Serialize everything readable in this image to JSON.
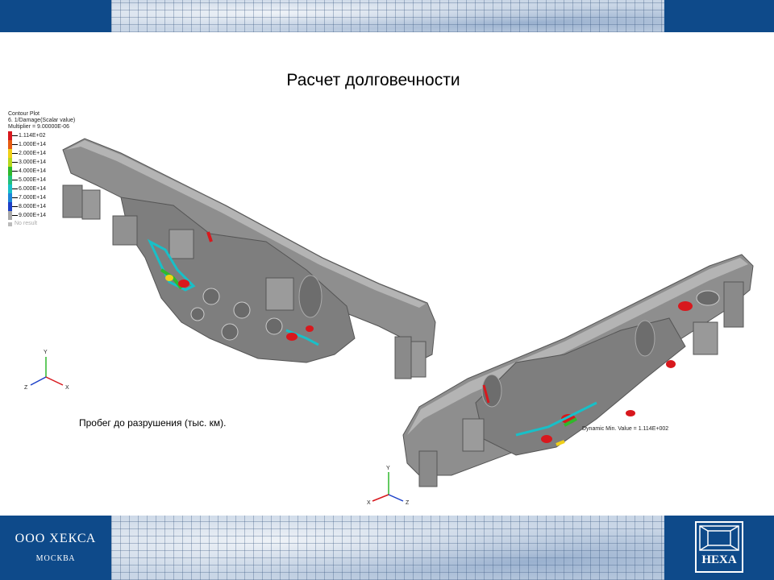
{
  "slide": {
    "title": "Расчет долговечности",
    "caption": "Пробег до разрушения (тыс. км).",
    "company_name": "ООО ХЕКСА",
    "company_city": "МОСКВА",
    "logo_text": "HEXA"
  },
  "legend": {
    "heading": "Contour Plot",
    "subtitle": "6.    1/Damage(Scalar value)",
    "multiplier": "Multiplier = 9.00000E-06",
    "no_result": "No result",
    "rows": [
      {
        "label": "1.114E+02",
        "color": "#d8181d"
      },
      {
        "label": "1.000E+14",
        "color": "#e65c12"
      },
      {
        "label": "2.000E+14",
        "color": "#f0d018"
      },
      {
        "label": "3.000E+14",
        "color": "#b8d81c"
      },
      {
        "label": "4.000E+14",
        "color": "#2fb92c"
      },
      {
        "label": "5.000E+14",
        "color": "#22c07c"
      },
      {
        "label": "6.000E+14",
        "color": "#18c0c8"
      },
      {
        "label": "7.000E+14",
        "color": "#1c86d8"
      },
      {
        "label": "8.000E+14",
        "color": "#1c40c8"
      },
      {
        "label": "9.000E+14",
        "color": "#a8a8a8"
      }
    ]
  },
  "annotation": {
    "min_value": "Dynamic Min. Value = 1.114E+002"
  },
  "axes": {
    "left": {
      "y": "Y",
      "z": "Z",
      "x": "X"
    },
    "right": {
      "y": "Y",
      "x": "X",
      "z": "Z"
    }
  },
  "colors": {
    "brand_blue": "#0e4a8a",
    "part_grey": "#8d8d8d",
    "damage_red": "#d8181d",
    "damage_green": "#2fb92c",
    "damage_cyan": "#18c0c8"
  }
}
